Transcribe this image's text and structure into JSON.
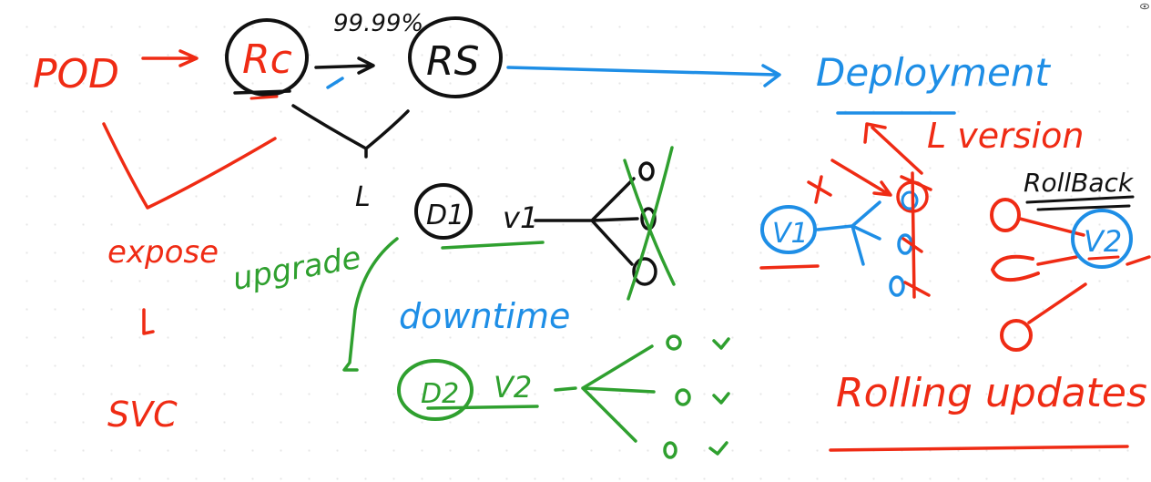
{
  "colors": {
    "red": "#ef2b14",
    "black": "#111111",
    "blue": "#1e8ee6",
    "green": "#2fa02f"
  },
  "labels": {
    "pod": "POD",
    "rc": "Rc",
    "rs": "RS",
    "uptime": "99.99%",
    "deployment": "Deployment",
    "version": "L version",
    "rollback": "RollBack",
    "expose": "expose",
    "svc": "SVC",
    "upgrade": "upgrade",
    "downtime": "downtime",
    "d1": "D1",
    "d2": "D2",
    "v1_black": "v1",
    "v2_green": "V2",
    "v1_blue": "V1",
    "v2_blue": "V2",
    "rolling_updates": "Rolling updates",
    "small_l": "L"
  }
}
